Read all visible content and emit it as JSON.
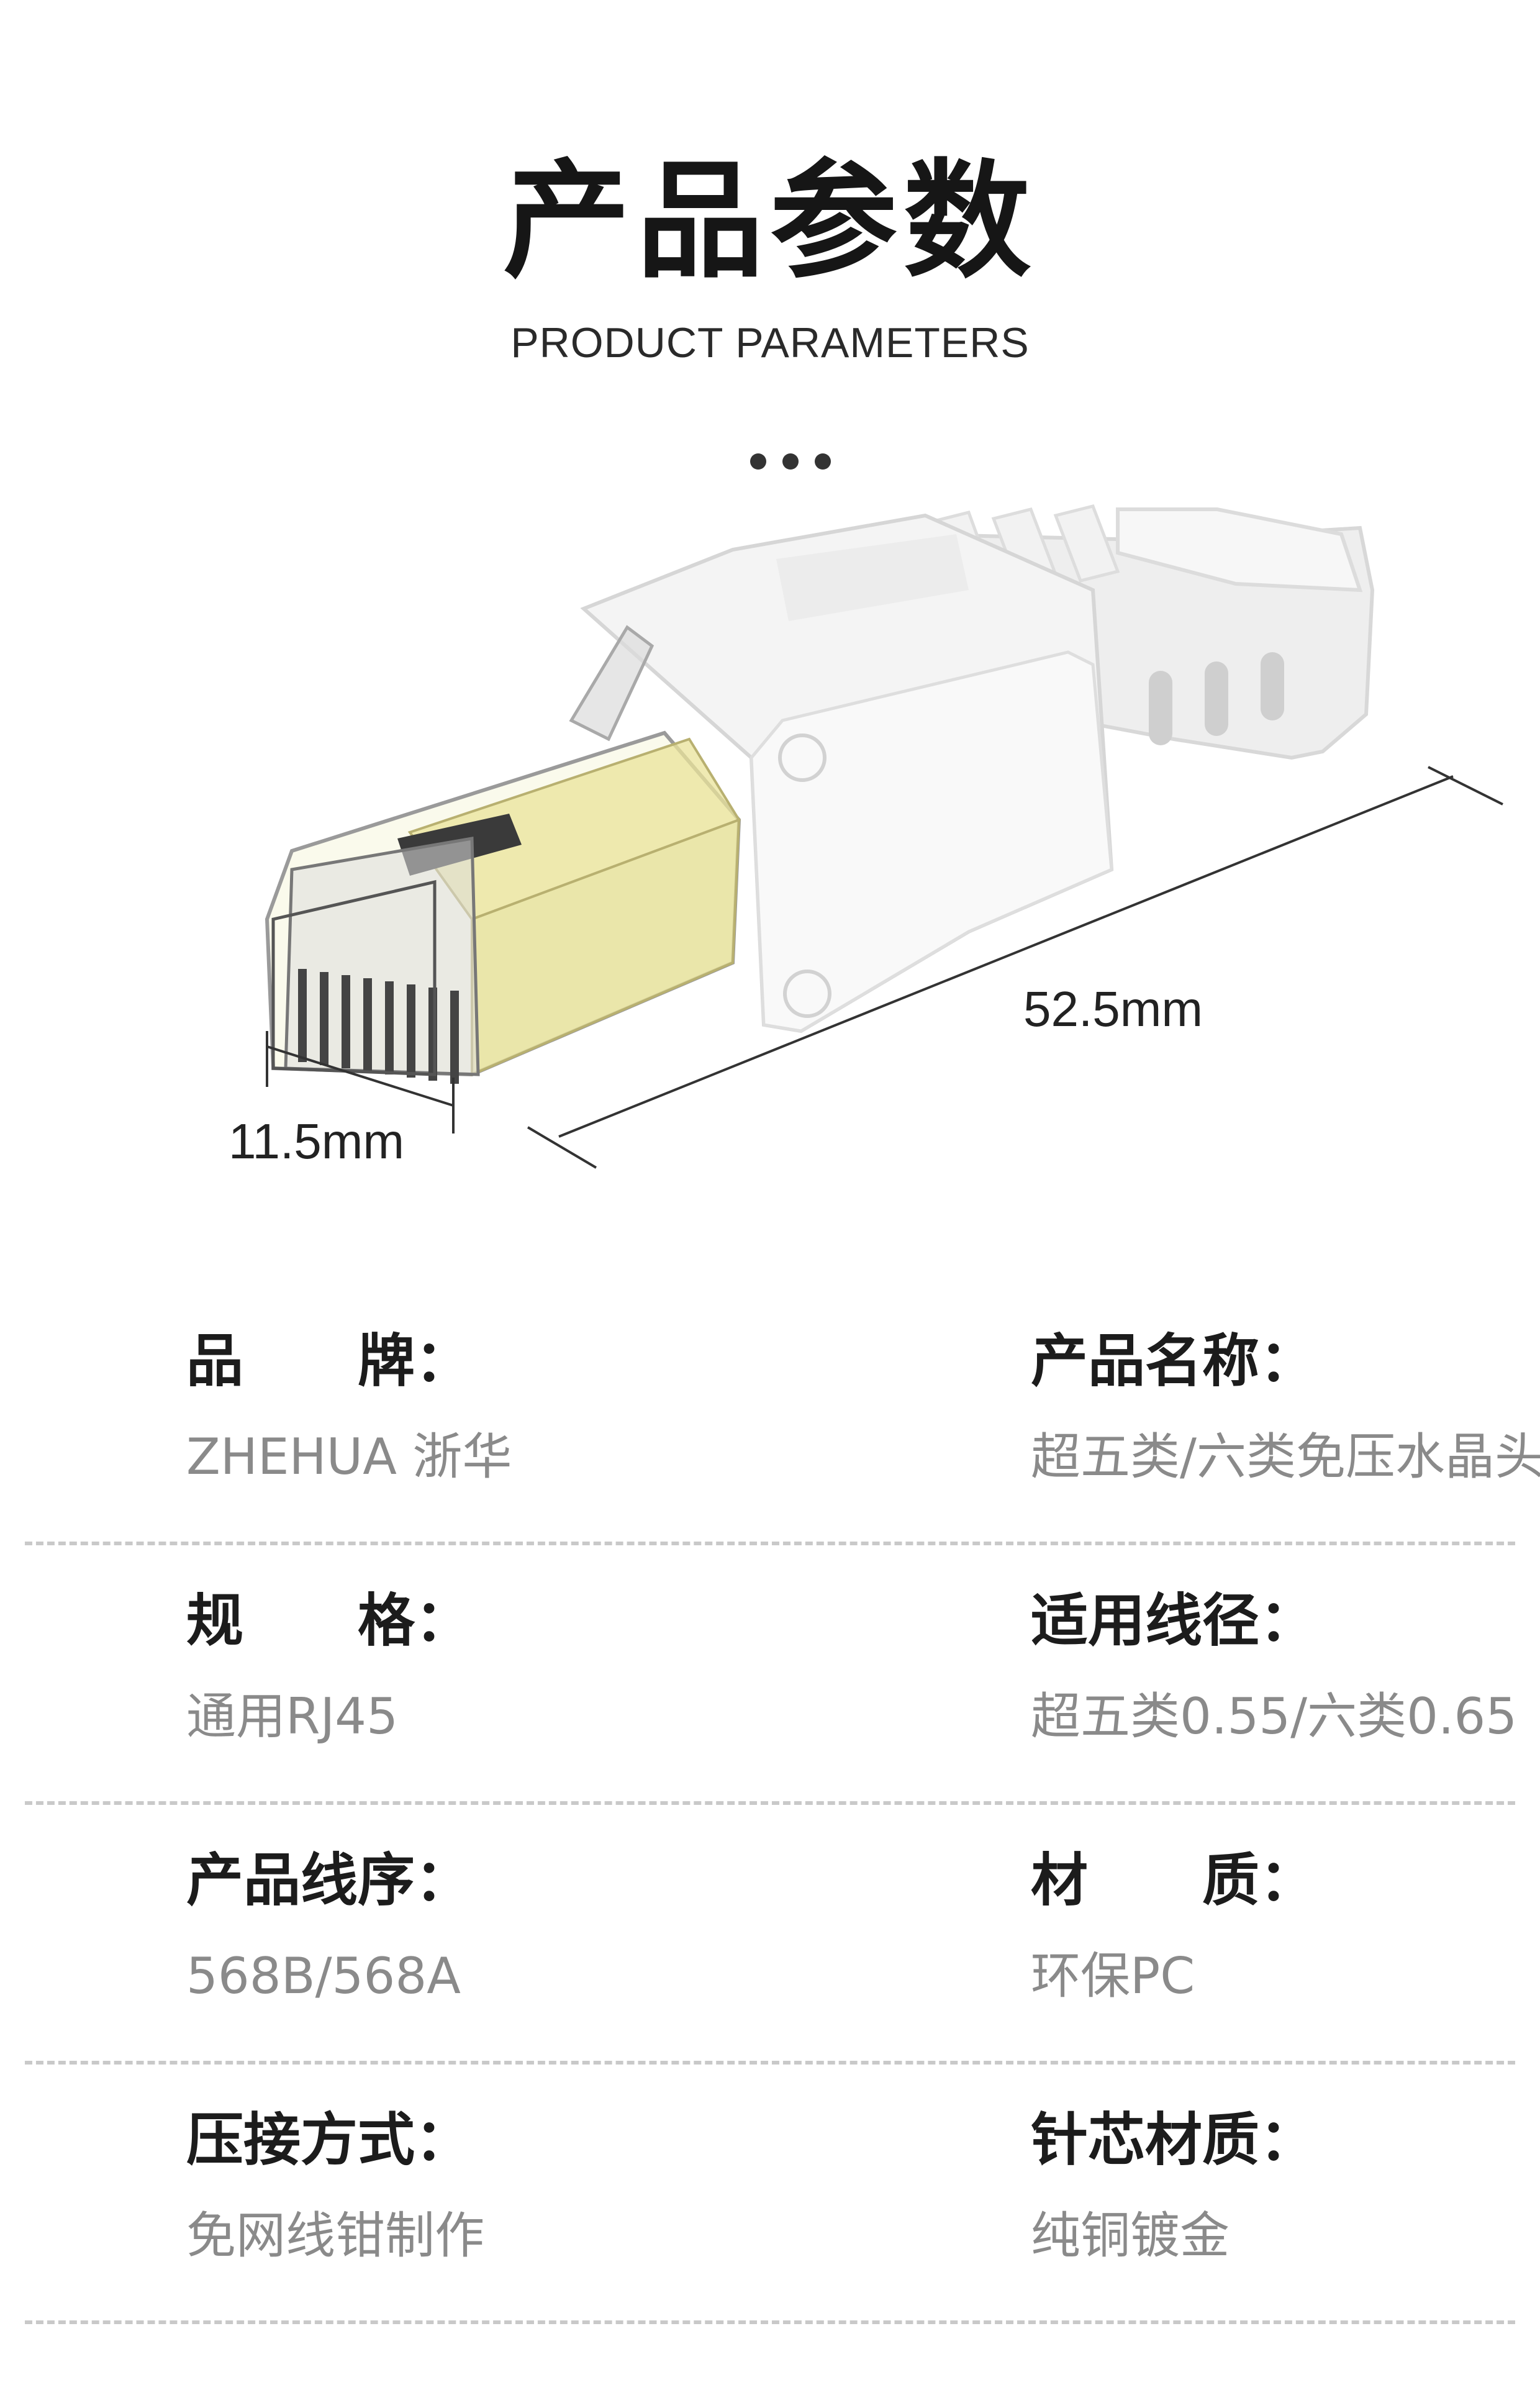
{
  "header": {
    "title": "产品参数",
    "subtitle": "PRODUCT PARAMETERS"
  },
  "figure": {
    "length_label": "52.5mm",
    "width_label": "11.5mm"
  },
  "colors": {
    "title": "#161616",
    "label": "#1c1c1c",
    "value": "#8a8a8a",
    "divider": "#c9c9c9",
    "connector_gold": "#e9e39a"
  },
  "specs": [
    {
      "left": {
        "label": "品　　牌：",
        "value": "ZHEHUA 浙华"
      },
      "right": {
        "label": "产品名称：",
        "value": "超五类/六类免压水晶头"
      }
    },
    {
      "left": {
        "label": "规　　格：",
        "value": "通用RJ45"
      },
      "right": {
        "label": "适用线径：",
        "value": "超五类0.55/六类0.65"
      }
    },
    {
      "left": {
        "label": "产品线序：",
        "value": "568B/568A"
      },
      "right": {
        "label": "材　　质：",
        "value": "环保PC"
      }
    },
    {
      "left": {
        "label": "压接方式：",
        "value": "免网线钳制作"
      },
      "right": {
        "label": "针芯材质：",
        "value": "纯铜镀金"
      }
    }
  ]
}
